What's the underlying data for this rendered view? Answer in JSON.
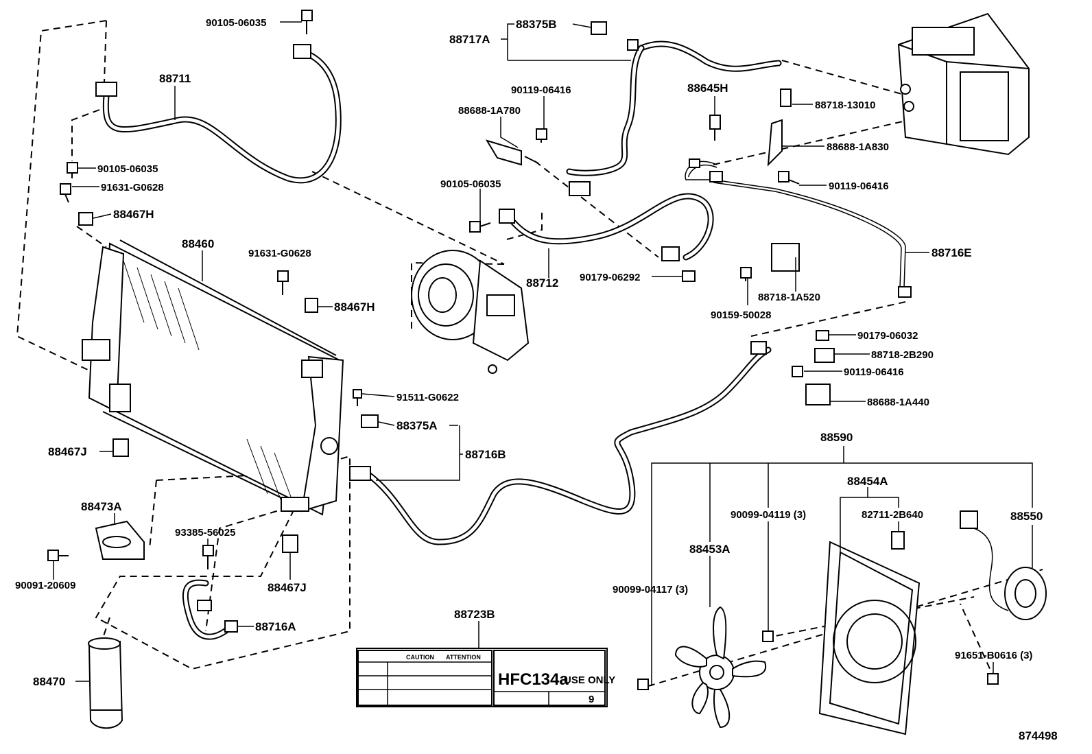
{
  "diagram": {
    "ref_code": "874498",
    "parts": {
      "p_90105_06035_top": "90105-06035",
      "p_88711": "88711",
      "p_90105_06035_left": "90105-06035",
      "p_91631_g0628_left": "91631-G0628",
      "p_88467h_left": "88467H",
      "p_88460": "88460",
      "p_91631_g0628_mid": "91631-G0628",
      "p_88467h_mid": "88467H",
      "p_88467j_left": "88467J",
      "p_88473a": "88473A",
      "p_90091_20609": "90091-20609",
      "p_93385_56025": "93385-56025",
      "p_88467j_mid": "88467J",
      "p_88716a": "88716A",
      "p_88470": "88470",
      "p_88717a": "88717A",
      "p_88375b": "88375B",
      "p_90119_06416_top": "90119-06416",
      "p_88688_1a780": "88688-1A780",
      "p_90105_06035_mid": "90105-06035",
      "p_88712": "88712",
      "p_90179_06292": "90179-06292",
      "p_91511_g0622": "91511-G0622",
      "p_88375a": "88375A",
      "p_88716b": "88716B",
      "p_88723b": "88723B",
      "p_88645h": "88645H",
      "p_88718_13010": "88718-13010",
      "p_88688_1a830": "88688-1A830",
      "p_90119_06416_right": "90119-06416",
      "p_88716e": "88716E",
      "p_88718_1a520": "88718-1A520",
      "p_90159_50028": "90159-50028",
      "p_90179_06032": "90179-06032",
      "p_88718_2b290": "88718-2B290",
      "p_90119_06416_low": "90119-06416",
      "p_88688_1a440": "88688-1A440",
      "p_88590": "88590",
      "p_88454a": "88454A",
      "p_90099_04119": "90099-04119 (3)",
      "p_82711_2b640": "82711-2B640",
      "p_88550": "88550",
      "p_88453a": "88453A",
      "p_90099_04117": "90099-04117 (3)",
      "p_91651_b0616": "91651-B0616 (3)"
    },
    "caution_label": {
      "caution_text": "CAUTION",
      "attention_text": "ATTENTION",
      "refrigerant_text": "HFC134a",
      "use_only_text": "USE ONLY",
      "number": "9"
    }
  }
}
